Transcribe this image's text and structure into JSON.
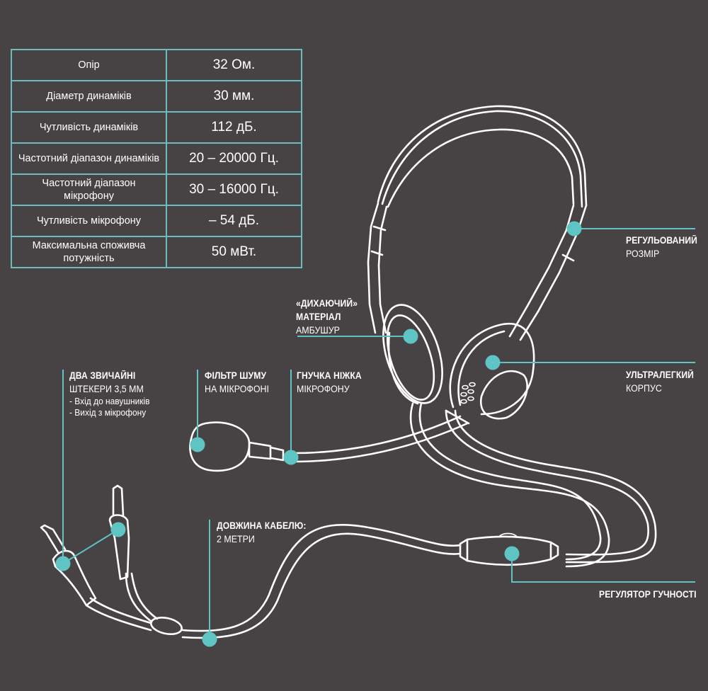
{
  "specs": {
    "rows": [
      {
        "label": "Опір",
        "value": "32 Ом."
      },
      {
        "label": "Діаметр динаміків",
        "value": "30 мм."
      },
      {
        "label": "Чутливість динаміків",
        "value": "112 дБ."
      },
      {
        "label": "Частотний діапазон динаміків",
        "value": "20 – 20000 Гц."
      },
      {
        "label": "Частотний діапазон мікрофону",
        "value": "30 – 16000 Гц."
      },
      {
        "label": "Чутливість мікрофону",
        "value": "– 54 дБ."
      },
      {
        "label": "Максимальна споживча потужність",
        "value": "50 мВт."
      }
    ]
  },
  "callouts": {
    "adjustable": {
      "title": "РЕГУЛЬОВАНИЙ",
      "sub": "РОЗМІР"
    },
    "breathable": {
      "title1": "«ДИХАЮЧИЙ»",
      "title2": "МАТЕРІАЛ",
      "sub": "АМБУШУР"
    },
    "ultralight": {
      "title": "УЛЬТРАЛЕГКИЙ",
      "sub": "КОРПУС"
    },
    "plugs": {
      "title": "ДВА ЗВИЧАЙНІ",
      "sub": "ШТЕКЕРИ 3,5 ММ",
      "items": [
        "- Вхід до навушників",
        "- Вихід з мікрофону"
      ]
    },
    "noise_filter": {
      "title": "ФІЛЬТР ШУМУ",
      "sub": "НА МІКРОФОНІ"
    },
    "flexible_boom": {
      "title": "ГНУЧКА НІЖКА",
      "sub": "МІКРОФОНУ"
    },
    "cable_length": {
      "title": "ДОВЖИНА КАБЕЛЮ:",
      "sub": "2 МЕТРИ"
    },
    "volume": {
      "title": "РЕГУЛЯТОР ГУЧНОСТІ"
    }
  },
  "colors": {
    "background": "#474344",
    "accent": "#5ec4c4",
    "line": "#ffffff"
  }
}
